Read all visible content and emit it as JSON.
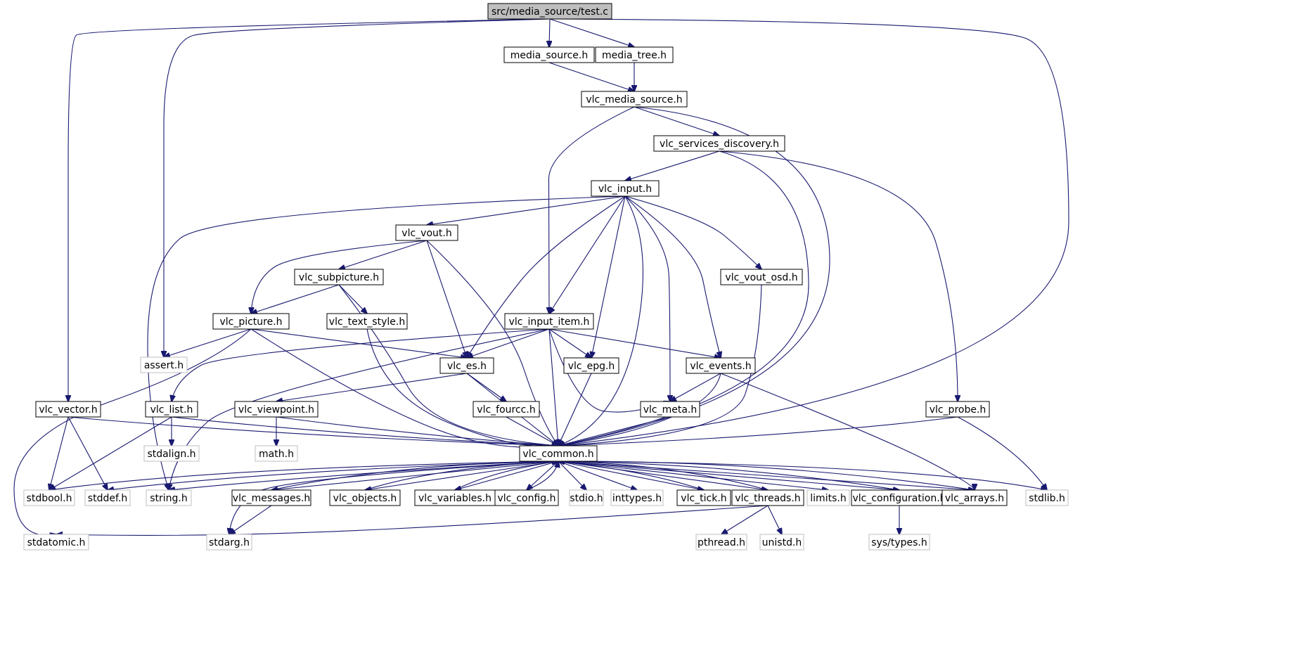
{
  "colors": {
    "edge": "#191970",
    "root_fill": "#bfbfbf",
    "node_border": "#000000",
    "external_border": "#bfbfbf",
    "background": "#ffffff"
  },
  "graph": {
    "nodes": [
      {
        "id": "root",
        "label": "src/media_source/test.c"
      },
      {
        "id": "media_source_h",
        "label": "media_source.h"
      },
      {
        "id": "media_tree_h",
        "label": "media_tree.h"
      },
      {
        "id": "vlc_media_source_h",
        "label": "vlc_media_source.h"
      },
      {
        "id": "vlc_services_discovery_h",
        "label": "vlc_services_discovery.h"
      },
      {
        "id": "vlc_input_h",
        "label": "vlc_input.h"
      },
      {
        "id": "vlc_vout_h",
        "label": "vlc_vout.h"
      },
      {
        "id": "vlc_subpicture_h",
        "label": "vlc_subpicture.h"
      },
      {
        "id": "vlc_vout_osd_h",
        "label": "vlc_vout_osd.h"
      },
      {
        "id": "vlc_picture_h",
        "label": "vlc_picture.h"
      },
      {
        "id": "vlc_text_style_h",
        "label": "vlc_text_style.h"
      },
      {
        "id": "vlc_input_item_h",
        "label": "vlc_input_item.h"
      },
      {
        "id": "assert_h",
        "label": "assert.h"
      },
      {
        "id": "vlc_es_h",
        "label": "vlc_es.h"
      },
      {
        "id": "vlc_epg_h",
        "label": "vlc_epg.h"
      },
      {
        "id": "vlc_events_h",
        "label": "vlc_events.h"
      },
      {
        "id": "vlc_vector_h",
        "label": "vlc_vector.h"
      },
      {
        "id": "vlc_list_h",
        "label": "vlc_list.h"
      },
      {
        "id": "vlc_viewpoint_h",
        "label": "vlc_viewpoint.h"
      },
      {
        "id": "vlc_fourcc_h",
        "label": "vlc_fourcc.h"
      },
      {
        "id": "vlc_meta_h",
        "label": "vlc_meta.h"
      },
      {
        "id": "vlc_probe_h",
        "label": "vlc_probe.h"
      },
      {
        "id": "stdalign_h",
        "label": "stdalign.h"
      },
      {
        "id": "math_h",
        "label": "math.h"
      },
      {
        "id": "vlc_common_h",
        "label": "vlc_common.h"
      },
      {
        "id": "stdbool_h",
        "label": "stdbool.h"
      },
      {
        "id": "stddef_h",
        "label": "stddef.h"
      },
      {
        "id": "string_h",
        "label": "string.h"
      },
      {
        "id": "vlc_messages_h",
        "label": "vlc_messages.h"
      },
      {
        "id": "vlc_objects_h",
        "label": "vlc_objects.h"
      },
      {
        "id": "vlc_variables_h",
        "label": "vlc_variables.h"
      },
      {
        "id": "vlc_config_h",
        "label": "vlc_config.h"
      },
      {
        "id": "stdio_h",
        "label": "stdio.h"
      },
      {
        "id": "inttypes_h",
        "label": "inttypes.h"
      },
      {
        "id": "vlc_tick_h",
        "label": "vlc_tick.h"
      },
      {
        "id": "vlc_threads_h",
        "label": "vlc_threads.h"
      },
      {
        "id": "limits_h",
        "label": "limits.h"
      },
      {
        "id": "vlc_configuration_h",
        "label": "vlc_configuration.h"
      },
      {
        "id": "vlc_arrays_h",
        "label": "vlc_arrays.h"
      },
      {
        "id": "stdlib_h",
        "label": "stdlib.h"
      },
      {
        "id": "stdatomic_h",
        "label": "stdatomic.h"
      },
      {
        "id": "stdarg_h",
        "label": "stdarg.h"
      },
      {
        "id": "pthread_h",
        "label": "pthread.h"
      },
      {
        "id": "unistd_h",
        "label": "unistd.h"
      },
      {
        "id": "sys_types_h",
        "label": "sys/types.h"
      }
    ]
  }
}
